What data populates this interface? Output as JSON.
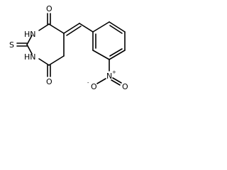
{
  "molecule": {
    "atoms": {
      "o_top": "O",
      "o_bottom": "O",
      "nh_upper": "HN",
      "nh_upper_n": "N",
      "nh_lower": "HN",
      "s": "S",
      "n_nitro": "N",
      "n_nitro_charge": "+",
      "o_nitro_right": "O",
      "o_nitro_left": "O",
      "o_nitro_charge": "-"
    }
  }
}
